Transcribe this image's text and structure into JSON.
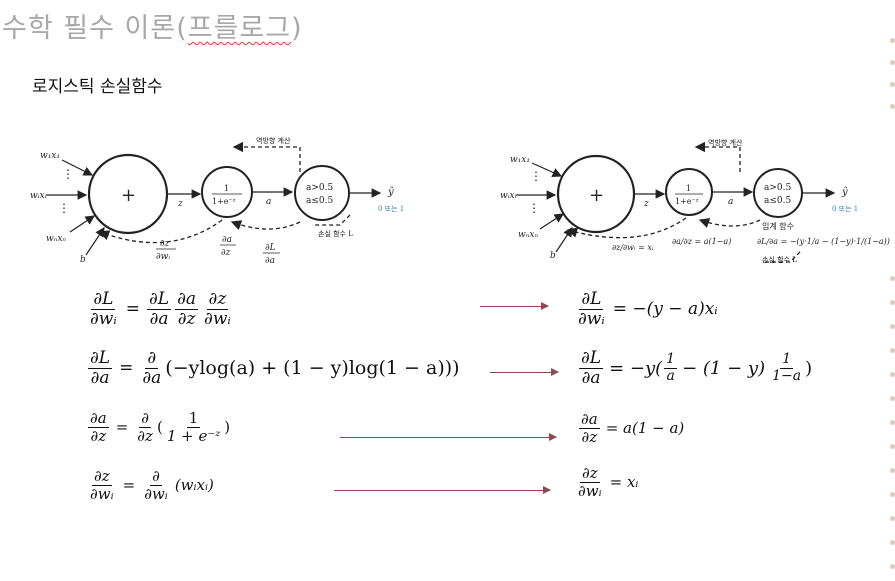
{
  "slide": {
    "title_main": "수학 필수 이론(",
    "title_paren": "프를로그",
    "title_end": ")",
    "subtitle": "로지스틱 손실함수"
  },
  "diagram_left": {
    "input_1": "w₁x₁",
    "input_i": "wᵢxᵢ",
    "input_n": "wₙxₙ",
    "bias": "b",
    "sum_symbol": "+",
    "z_label": "z",
    "sigmoid_num": "1",
    "sigmoid_den": "1+e⁻ᶻ",
    "a_label": "a",
    "thresh_1": "a>0.5",
    "thresh_2": "a≤0.5",
    "output_label": "ŷ",
    "output_value": "0 또는 1",
    "backprop_label": "역방향 계산",
    "loss_label": "손실 함수 L",
    "dz_dw_num": "∂z",
    "dz_dw_den": "∂wᵢ",
    "da_dz_num": "∂a",
    "da_dz_den": "∂z",
    "dl_da_num": "∂L",
    "dl_da_den": "∂a"
  },
  "diagram_right": {
    "input_1": "w₁x₁",
    "input_i": "wᵢxᵢ",
    "input_n": "wₙxₙ",
    "bias": "b",
    "sum_symbol": "+",
    "z_label": "z",
    "sigmoid_num": "1",
    "sigmoid_den": "1+e⁻ᶻ",
    "a_label": "a",
    "thresh_1": "a>0.5",
    "thresh_2": "a≤0.5",
    "output_label": "ŷ",
    "output_value": "0 또는 1",
    "backprop_label": "역방향 계산",
    "threshold_label": "임계 함수",
    "loss_label": "손실 함수 L",
    "dz_dw_expr": "∂z/∂wᵢ = xᵢ",
    "da_dz_expr": "∂a/∂z = a(1−a)",
    "dl_da_expr": "∂L/∂a = −(y·1/a − (1−y)·1/(1−a))"
  },
  "equations": {
    "row1_left": {
      "lhs_num": "∂L",
      "lhs_den": "∂wᵢ",
      "eq": "=",
      "f1_num": "∂L",
      "f1_den": "∂a",
      "f2_num": "∂a",
      "f2_den": "∂z",
      "f3_num": "∂z",
      "f3_den": "∂wᵢ"
    },
    "row1_right": {
      "lhs_num": "∂L",
      "lhs_den": "∂wᵢ",
      "rhs": "= −(y − a)xᵢ"
    },
    "row2_left": {
      "lhs_num": "∂L",
      "lhs_den": "∂a",
      "eq": "=",
      "op_num": "∂",
      "op_den": "∂a",
      "rhs": "(−ylog(a) + (1 − y)log(1 − a)))"
    },
    "row2_right": {
      "lhs_num": "∂L",
      "lhs_den": "∂a",
      "rhs_start": "= −y(",
      "f1_num": "1",
      "f1_den": "a",
      "mid": "− (1 − y)",
      "f2_num": "1",
      "f2_den": "1−a",
      "rhs_end": ")"
    },
    "row3_left": {
      "lhs_num": "∂a",
      "lhs_den": "∂z",
      "eq": "=",
      "op_num": "∂",
      "op_den": "∂z",
      "paren_open": "(",
      "f_num": "1",
      "f_den": "1 + e⁻ᶻ",
      "paren_close": ")"
    },
    "row3_right": {
      "lhs_num": "∂a",
      "lhs_den": "∂z",
      "rhs": "= a(1 − a)"
    },
    "row4_left": {
      "lhs_num": "∂z",
      "lhs_den": "∂wᵢ",
      "eq": "=",
      "op_num": "∂",
      "op_den": "∂wᵢ",
      "rhs": "(wᵢxᵢ)"
    },
    "row4_right": {
      "lhs_num": "∂z",
      "lhs_den": "∂wᵢ",
      "rhs": "= xᵢ"
    }
  },
  "colors": {
    "arrow": "#8a4a55",
    "title": "#a8a8a8",
    "output_value": "#3a7fc1"
  }
}
